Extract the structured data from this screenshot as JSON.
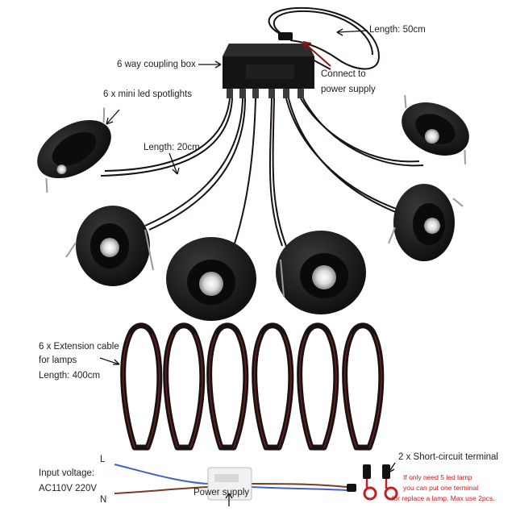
{
  "labels": {
    "length_50": "Length: 50cm",
    "coupling_box": "6 way coupling box",
    "connect_line1": "Connect to",
    "connect_line2": "power supply",
    "mini_spotlights": "6 x mini led spotlights",
    "length_20": "Length: 20cm",
    "ext_line1": "6 x Extension cable",
    "ext_line2": "for lamps",
    "ext_line3": "Length: 400cm",
    "input_line1": "Input voltage:",
    "input_line2": "AC110V 220V",
    "wire_l": "L",
    "wire_n": "N",
    "power_supply": "Power supply",
    "short_circuit": "2 x Short-circuit terminal",
    "note_line1": "If only need 5 led lamp",
    "note_line2": "you can put one terminal",
    "note_line3": "for replace a lamp. Max use 2pcs."
  },
  "colors": {
    "cable": "#1a1212",
    "cable_red_stripe": "#6a2020",
    "lamp_body": "#151515",
    "wire_blue": "#3d63c4",
    "wire_brown": "#7a3b22",
    "note_red": "#d01818",
    "arrow_red": "#8b1414"
  },
  "icons": [
    "lamp-icon",
    "cable-coil-icon",
    "coupling-box-icon",
    "power-supply-icon",
    "terminal-icon"
  ]
}
